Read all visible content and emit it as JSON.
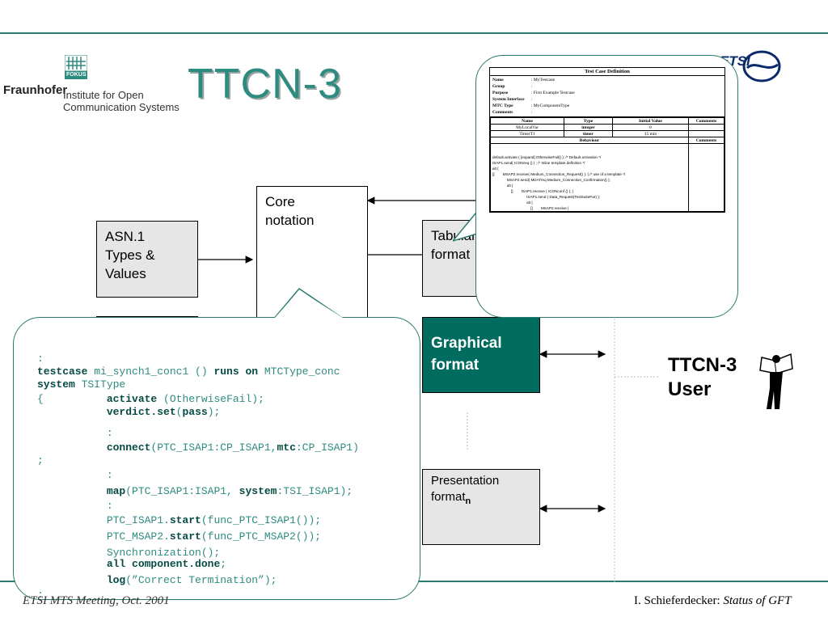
{
  "header": {
    "title": "TTCN-3",
    "logo_org": "Fraunhofer",
    "logo_badge": "FOKUS",
    "logo_institute_line1": "Institute for Open",
    "logo_institute_line2": "Communication Systems",
    "etsi_logo": "ETSI"
  },
  "diagram": {
    "asn1_box": [
      "ASN.1",
      "Types &",
      "Values"
    ],
    "core_box": [
      "Core",
      "notation"
    ],
    "tabular_box": [
      "Tabular",
      "format"
    ],
    "graphical_box": [
      "Graphical",
      "format"
    ],
    "presentation_box": {
      "line1": "Presentation",
      "line2": "format",
      "subscript": "n"
    },
    "user_label": [
      "TTCN-3",
      "User"
    ]
  },
  "code_callout": {
    "lines": [
      ":",
      "testcase mi_synch1_conc1 () runs on MTCType_conc",
      "system TSIType",
      "{          activate (OtherwiseFail);",
      "           verdict.set(pass);",
      "           :",
      "           connect(PTC_ISAP1:CP_ISAP1,mtc:CP_ISAP1)",
      ";",
      "           :",
      "           map(PTC_ISAP1:ISAP1, system:TSI_ISAP1);",
      "           :",
      "           PTC_ISAP1.start(func_PTC_ISAP1());",
      "           PTC_MSAP2.start(func_PTC_MSAP2());",
      "           Synchronization();",
      "           all component.done;",
      "           log(\"Correct Termination\");",
      ":"
    ]
  },
  "tabular_callout": {
    "title": "Test Case Definition",
    "fields": [
      {
        "label": "Name",
        "value": "MyTestcase"
      },
      {
        "label": "Group",
        "value": ""
      },
      {
        "label": "Purpose",
        "value": "First Example Testcase"
      },
      {
        "label": "System Interface",
        "value": ""
      },
      {
        "label": "MTC Type",
        "value": "MyComponentType"
      },
      {
        "label": "Comments",
        "value": ""
      }
    ],
    "var_headers": [
      "Name",
      "Type",
      "Initial Value",
      "Comments"
    ],
    "var_rows": [
      [
        "MyLocalVar",
        "integer",
        "0",
        ""
      ],
      [
        "TimerT1",
        "timer",
        "15 min",
        ""
      ]
    ],
    "behaviour_header": "Behaviour",
    "comments_header": "Comments",
    "behaviour_lines": [
      "default.activate ( [expand] OtherwiseFail() ); /* Default activation */",
      "ISAP1.send( ICONreq () ) ; /* Inline template definition */",
      "alt {",
      "[]        MSAP2.receive( Medium_Connection_Request() ); { /* use of a template */",
      "              MSAP2.send( MDATreq Medium_Connection_Confirmation() );",
      "              alt {",
      "                  []        ISAP1.receive ( ICONconf () ); {",
      "                                 ISAP1.send ( Data_Request(TestSuitePar) );",
      "                                 alt {",
      "                                     []        MSAP2.receive ("
    ]
  },
  "footer": {
    "left": "ETSI MTS Meeting, Oct. 2001",
    "right_author": "I. Schieferdecker:",
    "right_topic": "Status of GFT"
  },
  "colors": {
    "accent": "#2e8b80",
    "dark_accent": "#006b5f",
    "box_grey": "#e6e6e6"
  }
}
